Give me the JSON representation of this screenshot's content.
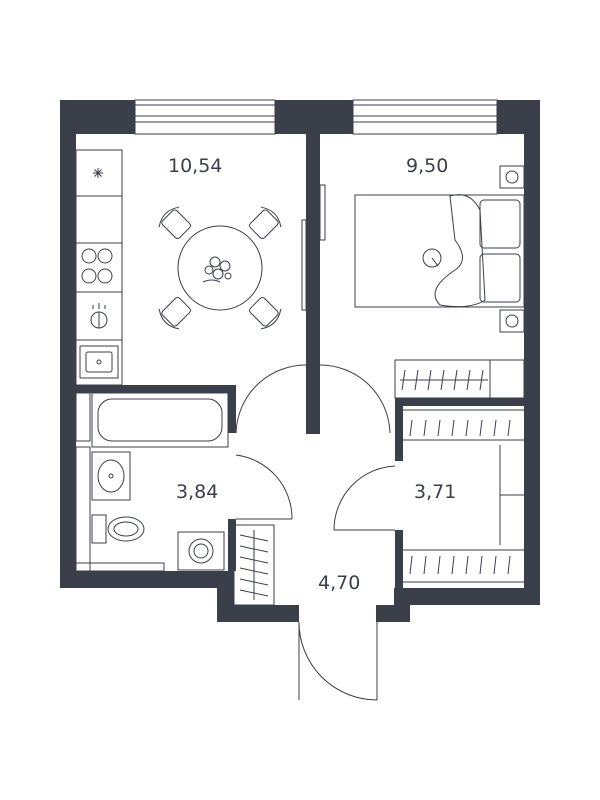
{
  "plan": {
    "wall_color": "#3b3f4a",
    "background": "#ffffff",
    "rooms": [
      {
        "id": "kitchen",
        "area": "10,54"
      },
      {
        "id": "bedroom",
        "area": "9,50"
      },
      {
        "id": "bathroom",
        "area": "3,84"
      },
      {
        "id": "wardrobe",
        "area": "3,71"
      },
      {
        "id": "hallway",
        "area": "4,70"
      }
    ]
  }
}
